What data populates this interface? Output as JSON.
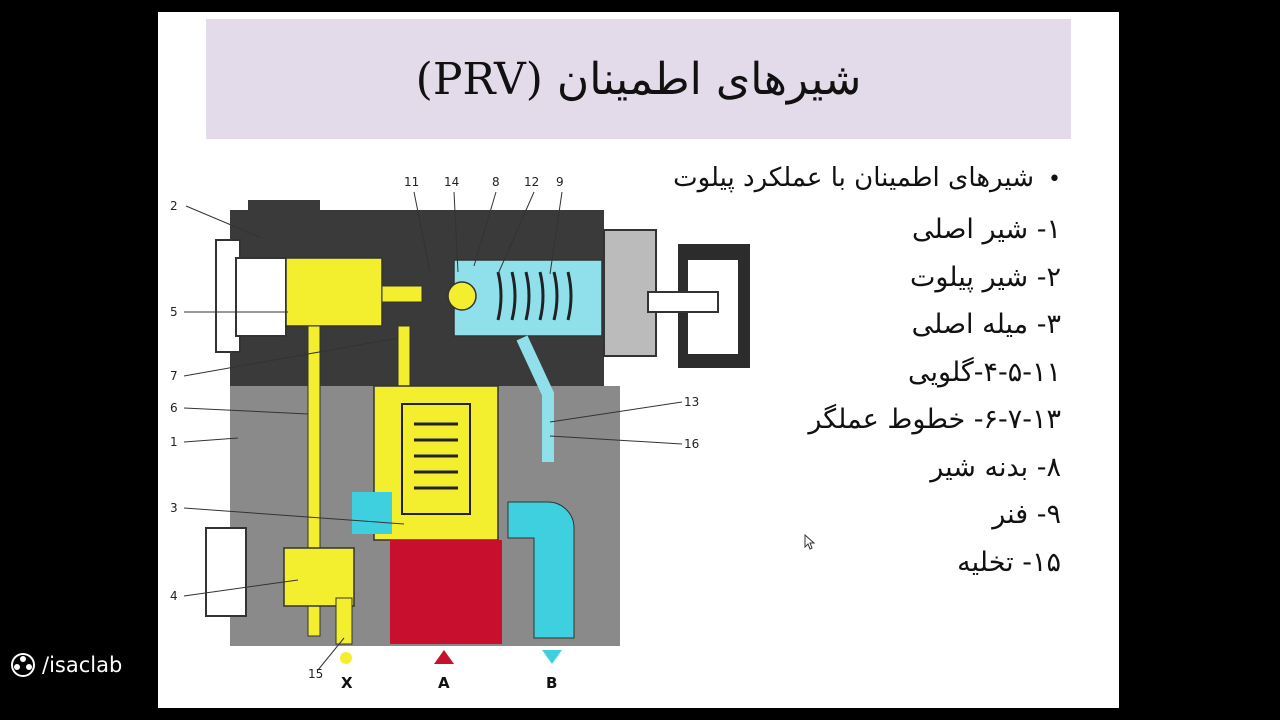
{
  "slide": {
    "title": "شیرهای اطمینان (PRV)",
    "lead": "شیرهای اطمینان  با عملکرد پیلوت",
    "items": [
      "۱- شیر اصلی",
      "۲- شیر پیلوت",
      "۳- میله اصلی",
      "۴-۵-۱۱-گلویی",
      "۶-۷-۱۳- خطوط عملگر",
      "۸- بدنه شیر",
      "۹- فنر",
      "۱۵- تخلیه"
    ]
  },
  "diagram": {
    "callouts": [
      "2",
      "5",
      "7",
      "6",
      "1",
      "3",
      "4",
      "15",
      "11",
      "14",
      "8",
      "12",
      "9",
      "13",
      "16"
    ],
    "ports": [
      "X",
      "A",
      "B"
    ],
    "colors": {
      "pilot_yellow": "#f4ef2e",
      "pressure_red": "#c8102e",
      "tank_cyan": "#3fd0e0",
      "body_gray": "#7a7a7a",
      "dark_gray": "#3a3a3a"
    }
  },
  "watermark": {
    "icon": "camera-reel-icon",
    "handle": "/isaclab"
  }
}
